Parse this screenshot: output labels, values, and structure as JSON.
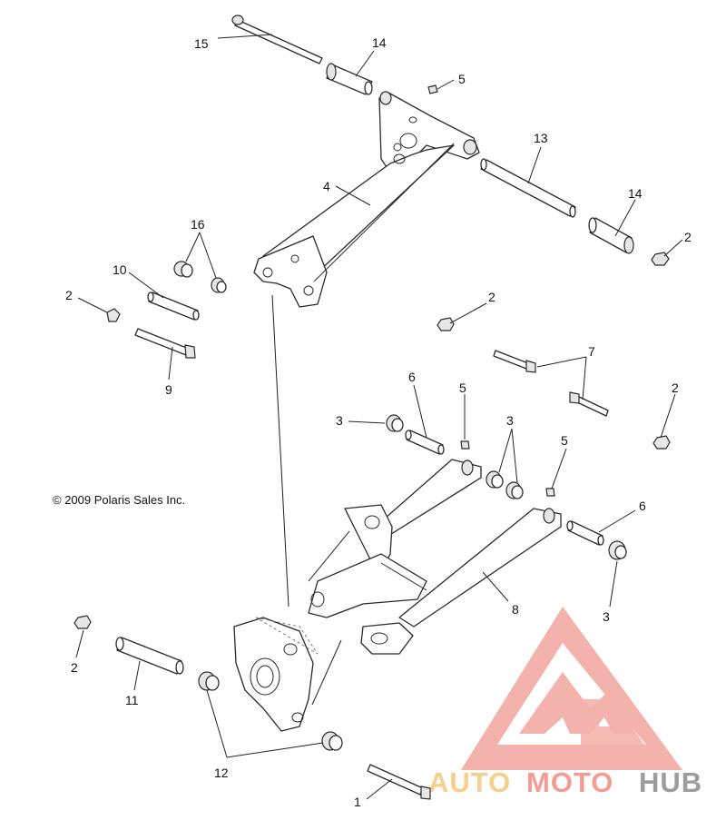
{
  "copyright": "© 2009 Polaris Sales Inc.",
  "callouts": [
    {
      "id": "c15",
      "label": "15"
    },
    {
      "id": "c14a",
      "label": "14"
    },
    {
      "id": "c5a",
      "label": "5"
    },
    {
      "id": "c13",
      "label": "13"
    },
    {
      "id": "c4",
      "label": "4"
    },
    {
      "id": "c14b",
      "label": "14"
    },
    {
      "id": "c2a",
      "label": "2"
    },
    {
      "id": "c16",
      "label": "16"
    },
    {
      "id": "c10",
      "label": "10"
    },
    {
      "id": "c2b",
      "label": "2"
    },
    {
      "id": "c2c",
      "label": "2"
    },
    {
      "id": "c9",
      "label": "9"
    },
    {
      "id": "c7",
      "label": "7"
    },
    {
      "id": "c2d",
      "label": "2"
    },
    {
      "id": "c6a",
      "label": "6"
    },
    {
      "id": "c5b",
      "label": "5"
    },
    {
      "id": "c3a",
      "label": "3"
    },
    {
      "id": "c3b",
      "label": "3"
    },
    {
      "id": "c5c",
      "label": "5"
    },
    {
      "id": "c6b",
      "label": "6"
    },
    {
      "id": "c8",
      "label": "8"
    },
    {
      "id": "c3c",
      "label": "3"
    },
    {
      "id": "c2e",
      "label": "2"
    },
    {
      "id": "c11",
      "label": "11"
    },
    {
      "id": "c12",
      "label": "12"
    },
    {
      "id": "c1",
      "label": "1"
    }
  ],
  "watermark": {
    "auto": "AUTO",
    "moto": "MOTO",
    "hub": "HUB",
    "color_auto": "#f5c77a",
    "color_moto": "#f28b82",
    "color_hub": "#8c8c8c",
    "triangle_color": "#f3a59e"
  }
}
